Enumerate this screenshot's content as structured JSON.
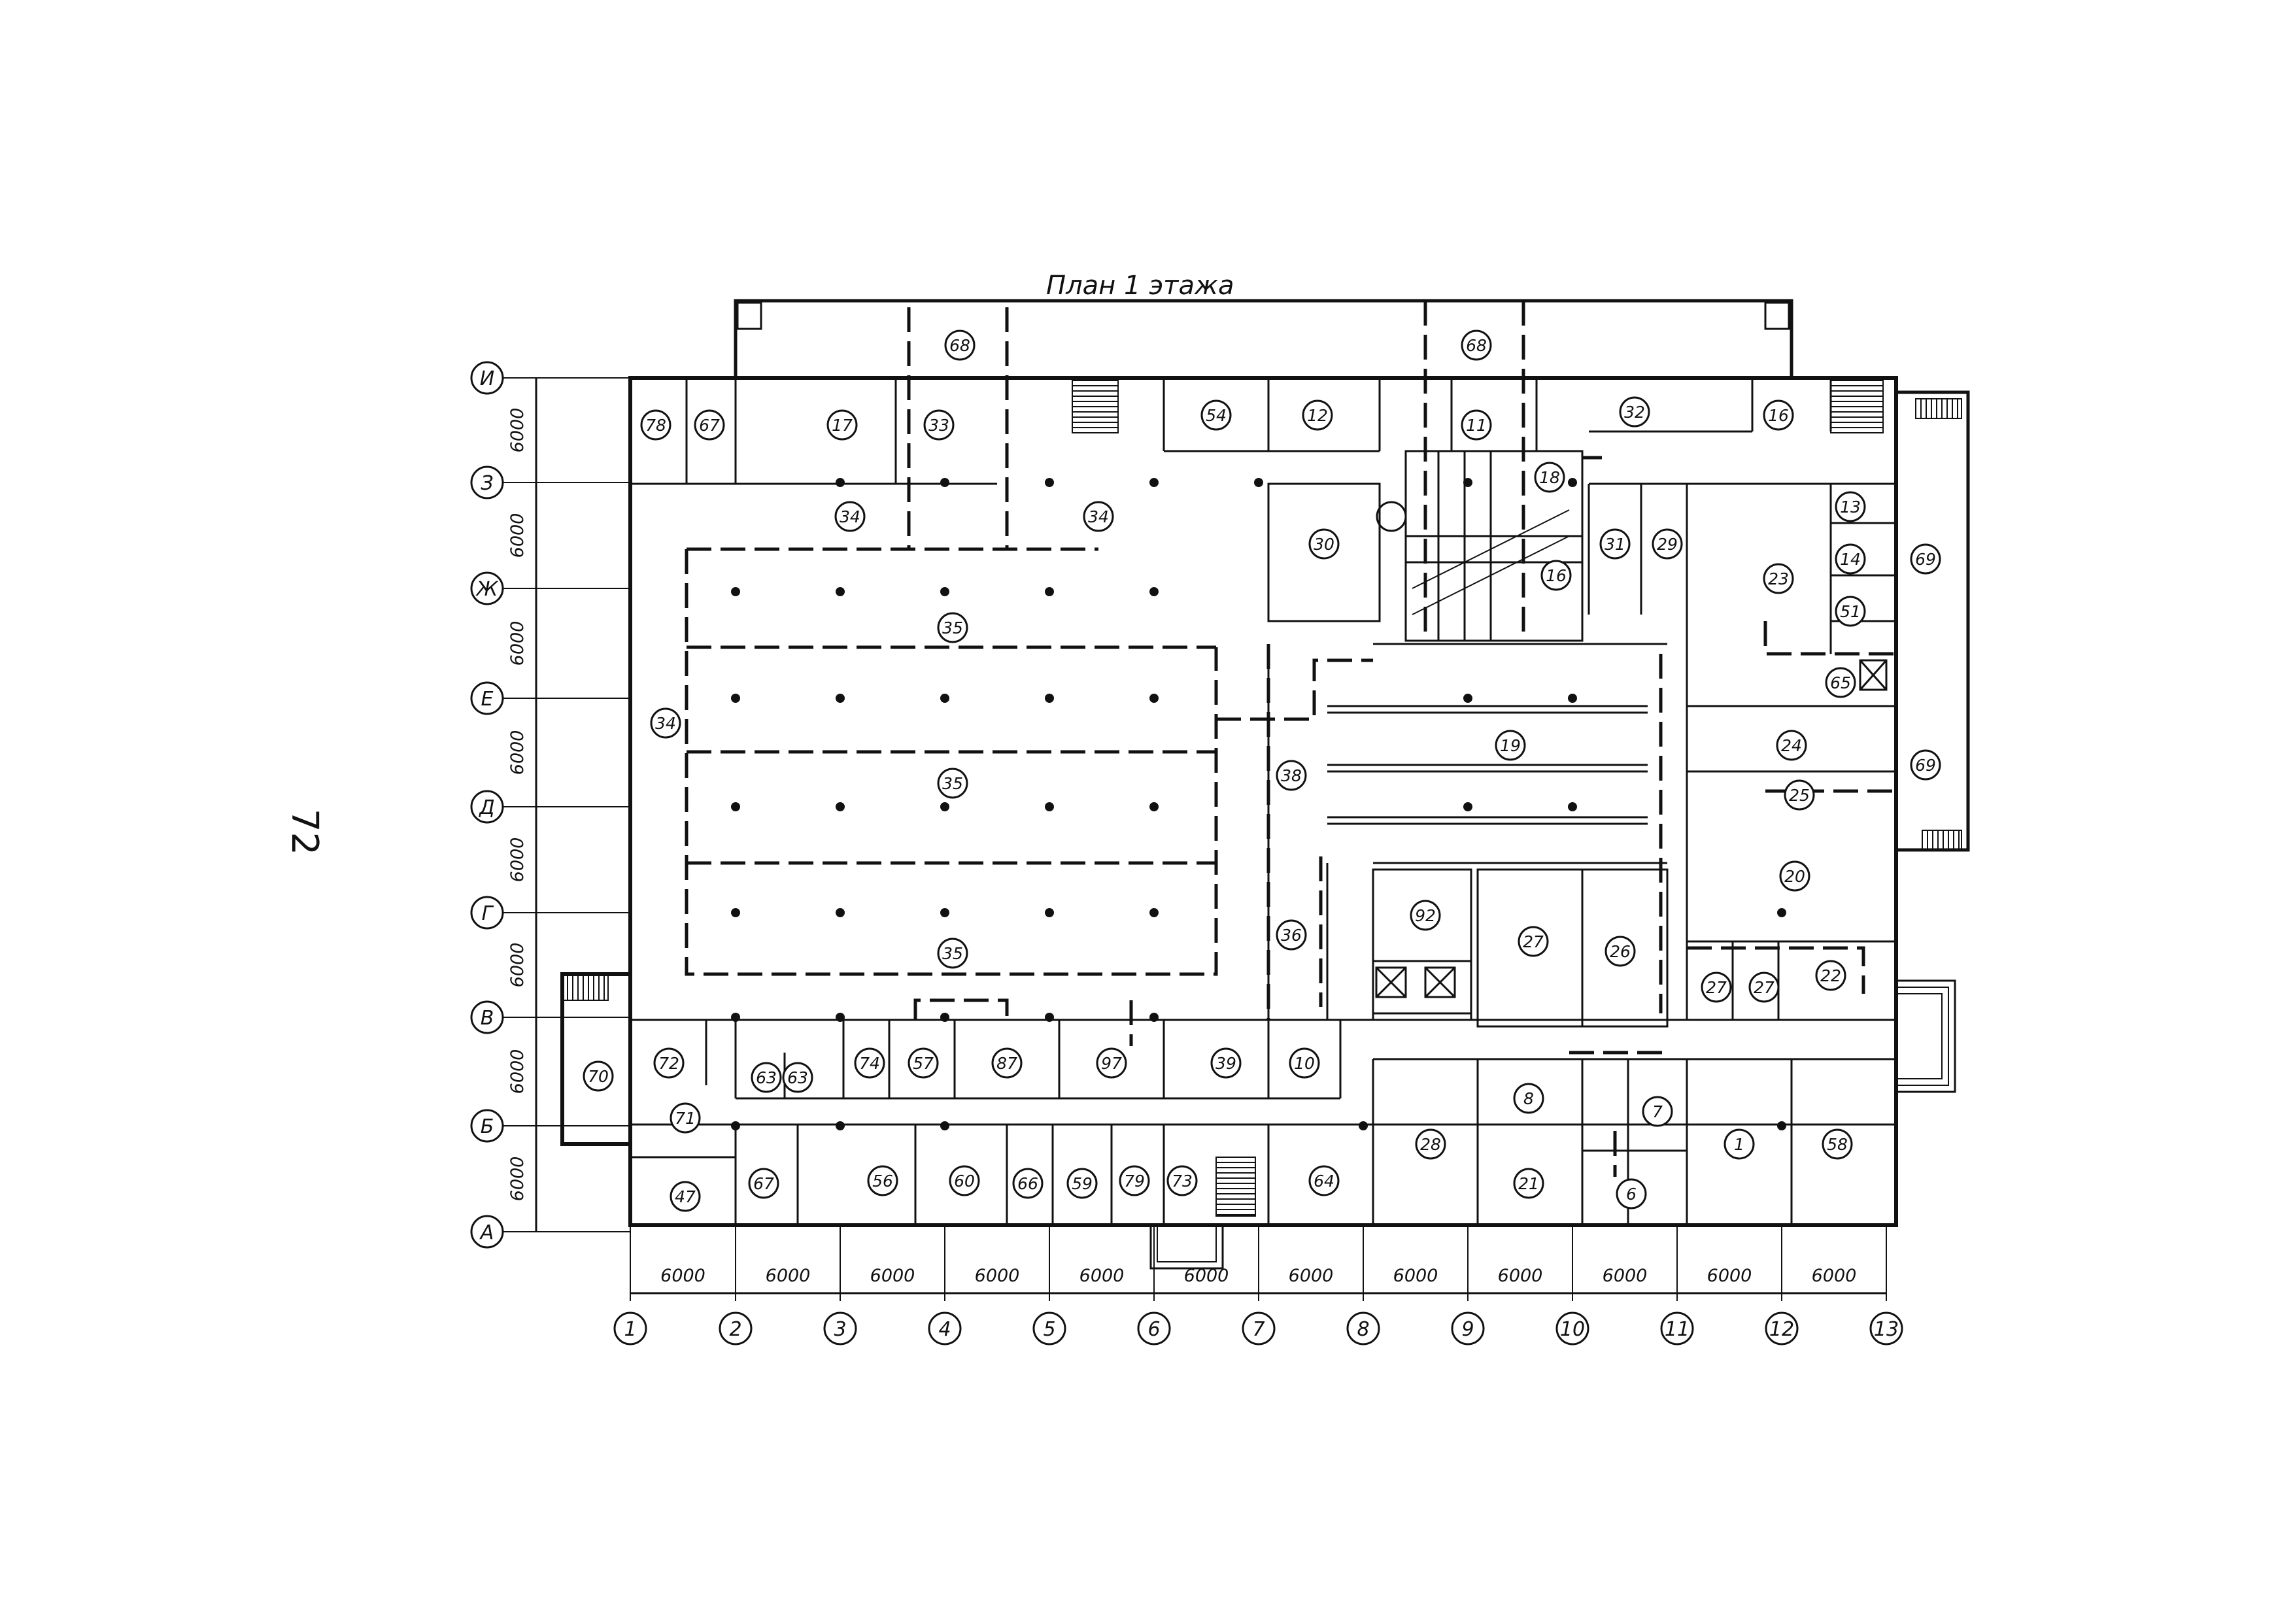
{
  "title": "План 1 этажа",
  "page_number": "72",
  "column_axes": [
    "1",
    "2",
    "3",
    "4",
    "5",
    "6",
    "7",
    "8",
    "9",
    "10",
    "11",
    "12",
    "13"
  ],
  "row_axes": [
    "И",
    "З",
    "Ж",
    "Е",
    "Д",
    "Г",
    "В",
    "Б",
    "А"
  ],
  "column_spans": [
    "6000",
    "6000",
    "6000",
    "6000",
    "6000",
    "6000",
    "6000",
    "6000",
    "6000",
    "6000",
    "6000",
    "6000"
  ],
  "row_spans": [
    "6000",
    "6000",
    "6000",
    "6000",
    "6000",
    "6000",
    "6000",
    "6000"
  ],
  "rooms": [
    {
      "label": "68"
    },
    {
      "label": "68"
    },
    {
      "label": "78"
    },
    {
      "label": "67"
    },
    {
      "label": "17"
    },
    {
      "label": "33"
    },
    {
      "label": "54"
    },
    {
      "label": "12"
    },
    {
      "label": "11"
    },
    {
      "label": "32"
    },
    {
      "label": "16"
    },
    {
      "label": "34"
    },
    {
      "label": "34"
    },
    {
      "label": "30"
    },
    {
      "label": "18"
    },
    {
      "label": "16"
    },
    {
      "label": "31"
    },
    {
      "label": "29"
    },
    {
      "label": "23"
    },
    {
      "label": "13"
    },
    {
      "label": "14"
    },
    {
      "label": "69"
    },
    {
      "label": "51"
    },
    {
      "label": "35"
    },
    {
      "label": "34"
    },
    {
      "label": "35"
    },
    {
      "label": "35"
    },
    {
      "label": "65"
    },
    {
      "label": "19"
    },
    {
      "label": "38"
    },
    {
      "label": "24"
    },
    {
      "label": "69"
    },
    {
      "label": "25"
    },
    {
      "label": "20"
    },
    {
      "label": "36"
    },
    {
      "label": "92"
    },
    {
      "label": "27"
    },
    {
      "label": "26"
    },
    {
      "label": "27"
    },
    {
      "label": "27"
    },
    {
      "label": "22"
    },
    {
      "label": "70"
    },
    {
      "label": "72"
    },
    {
      "label": "63"
    },
    {
      "label": "63"
    },
    {
      "label": "74"
    },
    {
      "label": "57"
    },
    {
      "label": "87"
    },
    {
      "label": "97"
    },
    {
      "label": "39"
    },
    {
      "label": "10"
    },
    {
      "label": "71"
    },
    {
      "label": "8"
    },
    {
      "label": "7"
    },
    {
      "label": "28"
    },
    {
      "label": "1"
    },
    {
      "label": "58"
    },
    {
      "label": "47"
    },
    {
      "label": "67"
    },
    {
      "label": "56"
    },
    {
      "label": "60"
    },
    {
      "label": "66"
    },
    {
      "label": "59"
    },
    {
      "label": "79"
    },
    {
      "label": "73"
    },
    {
      "label": "64"
    },
    {
      "label": "21"
    },
    {
      "label": "6"
    }
  ]
}
